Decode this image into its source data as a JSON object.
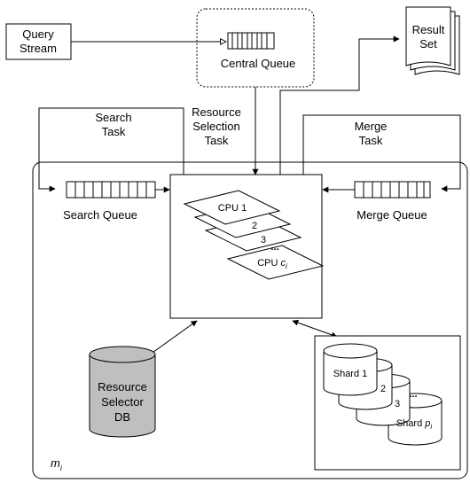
{
  "nodes": {
    "query_stream": [
      "Query",
      "Stream"
    ],
    "central_queue": "Central Queue",
    "result_set": [
      "Result",
      "Set"
    ],
    "search_task": [
      "Search",
      "Task"
    ],
    "resource_selection_task": [
      "Resource",
      "Selection",
      "Task"
    ],
    "merge_task": [
      "Merge",
      "Task"
    ],
    "search_queue": "Search Queue",
    "merge_queue": "Merge Queue",
    "cpus": {
      "first": "CPU 1",
      "second": "2",
      "third": "3",
      "ellipsis": "...",
      "last": "CPU",
      "last_sub": "c",
      "last_idx": "i"
    },
    "resource_selector_db": [
      "Resource",
      "Selector",
      "DB"
    ],
    "shards": {
      "first": "Shard 1",
      "second": "2",
      "third": "3",
      "ellipsis": "...",
      "last": "Shard",
      "last_sub": "p",
      "last_idx": "i"
    },
    "machine_label": "m",
    "machine_idx": "i"
  },
  "colors": {
    "stroke": "#000000",
    "db_fill": "#bfbfbf",
    "background": "#ffffff"
  }
}
